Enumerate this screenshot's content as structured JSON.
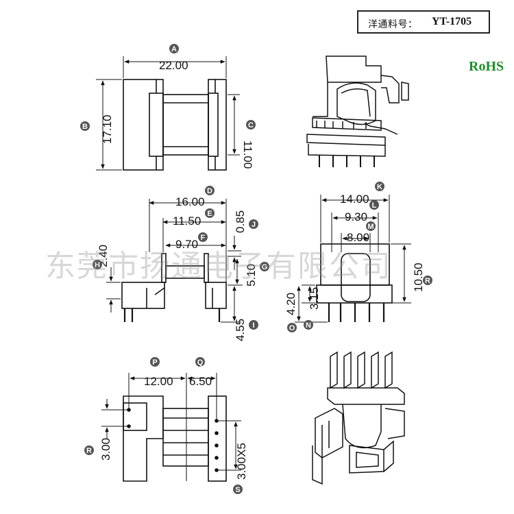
{
  "header": {
    "label": "洋通料号：",
    "part_number": "YT-1705"
  },
  "rohs": "RoHS",
  "watermark": "东莞市扬通电子有限公司",
  "dimensions": {
    "A": "22.00",
    "B": "17.10",
    "C": "11.00",
    "D": "16.00",
    "E": "11.50",
    "F": "9.70",
    "G": "5.10",
    "H": "2.40",
    "I": "4.55",
    "J": "0.85",
    "K": "14.00",
    "L": "9.30",
    "M": "8.00",
    "N": "3.15",
    "O": "4.20",
    "P": "12.00",
    "Q": "6.50",
    "R_side": "10.50",
    "R_bottom": "3.00",
    "S": "3.00X5"
  },
  "ref_letters": {
    "A": "A",
    "B": "B",
    "C": "C",
    "D": "D",
    "E": "E",
    "F": "F",
    "G": "G",
    "H": "H",
    "I": "I",
    "J": "J",
    "K": "K",
    "L": "L",
    "M": "M",
    "N": "N",
    "O": "O",
    "P": "P",
    "Q": "Q",
    "R": "R",
    "S": "S"
  },
  "colors": {
    "line": "#111111",
    "rohs": "#1f8f2a",
    "badge": "#555555",
    "watermark": "#8c8c8c"
  }
}
